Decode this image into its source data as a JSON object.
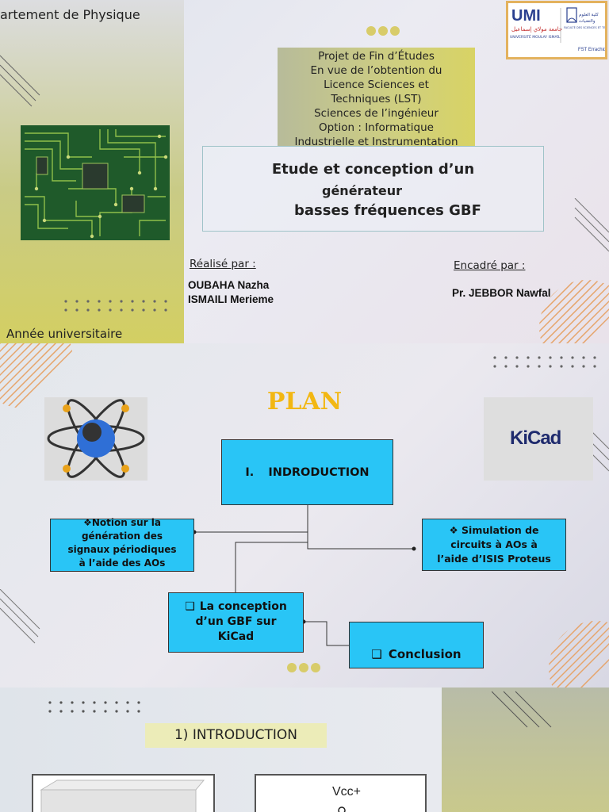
{
  "slide1": {
    "department": "artement de Physique",
    "academic_year_label": "Année universitaire",
    "project_lines": [
      "Projet de Fin d’Études",
      "En vue de l’obtention du",
      "Licence Sciences et",
      "Techniques (LST)",
      "Sciences de l’ingénieur",
      "Option : Informatique",
      "Industrielle et Instrumentation"
    ],
    "title_line1": "Etude et conception d’un",
    "title_line2": "générateur",
    "title_line3": "basses fréquences GBF",
    "realise_label": "Réalisé par :",
    "students": [
      "OUBAHA Nazha",
      "ISMAILI Merieme"
    ],
    "encadre_label": "Encadré par :",
    "supervisor": "Pr. JEBBOR  Nawfal",
    "logo": {
      "text_umi": "UMI",
      "text_arabic_1": "جامعة مولاي إسماعيل",
      "text_latin_1": "UNIVERSITÉ MOULAY ISMAÏL",
      "text_arabic_2": "كلية العلوم والتقنيات",
      "text_latin_2": "FACULTÉ DES SCIENCES ET TECHNIQUES",
      "text_fst": "FST Errachidia"
    },
    "colors": {
      "accent_yellow": "#d8cc6a",
      "logo_border": "#e3b25e"
    }
  },
  "slide2": {
    "title": "PLAN",
    "kicad_logo_text": "KiCad",
    "boxes": {
      "intro_num": "I.",
      "intro": "INDRODUCTION",
      "notion_lines": [
        "Notion sur la",
        "génération des",
        "signaux périodiques",
        "à l’aide des AOs"
      ],
      "simulation_lines": [
        "Simulation de",
        "circuits à AOs à",
        "l’aide d’ISIS Proteus"
      ],
      "conception_lines": [
        "La conception",
        "d’un GBF sur",
        "KiCad"
      ],
      "conclusion": "Conclusion"
    },
    "bullets": {
      "diamond": "❖",
      "square": "❑"
    },
    "colors": {
      "box_fill": "#29c5f6",
      "plan_title": "#f2b713"
    }
  },
  "slide3": {
    "title": "1) INTRODUCTION",
    "vcc_label": "Vcc+"
  }
}
